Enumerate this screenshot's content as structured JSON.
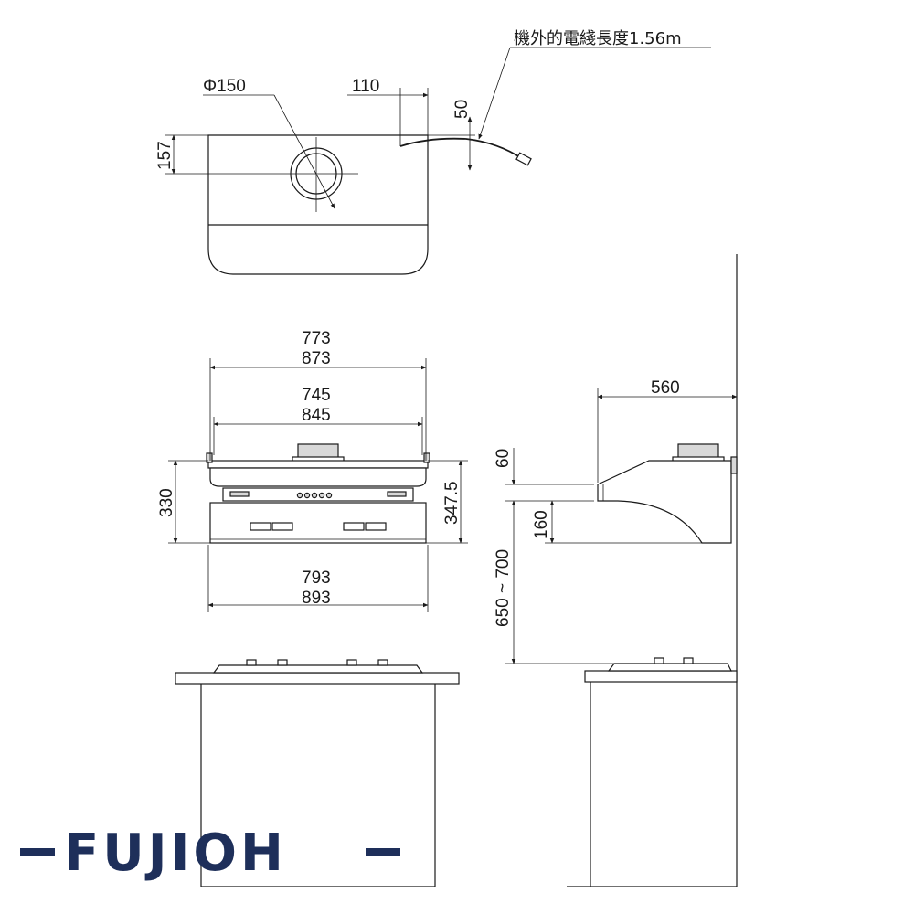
{
  "labels": {
    "cord_note": "機外的電綫長度1.56m",
    "duct_dia": "Φ150",
    "dim_110": "110",
    "dim_50": "50",
    "dim_157": "157",
    "width_top_a": "773",
    "width_top_b": "873",
    "width_mid_a": "745",
    "width_mid_b": "845",
    "width_bot_a": "793",
    "width_bot_b": "893",
    "height_330": "330",
    "height_347": "347.5",
    "depth_560": "560",
    "dim_60": "60",
    "dim_160": "160",
    "install_height": "650 ~ 700"
  },
  "brand": {
    "name": "FUJIOH",
    "color": "#1e2f5a"
  }
}
